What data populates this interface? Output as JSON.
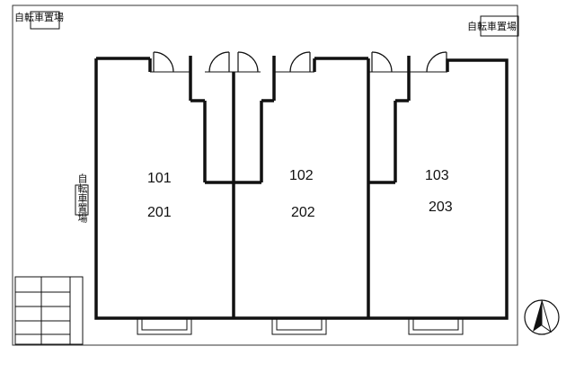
{
  "labels": {
    "bike_top_left": "自転車置場",
    "bike_top_right": "自転車置場",
    "bike_left": "自転車置場"
  },
  "units": [
    {
      "lower": "101",
      "upper": "201"
    },
    {
      "lower": "102",
      "upper": "202"
    },
    {
      "lower": "103",
      "upper": "203"
    }
  ],
  "colors": {
    "line": "#111111",
    "background": "#ffffff"
  },
  "icons": {
    "north": "north-arrow-icon",
    "door": "door-swing-icon",
    "window": "window-icon",
    "stairs": "stairs-icon"
  }
}
